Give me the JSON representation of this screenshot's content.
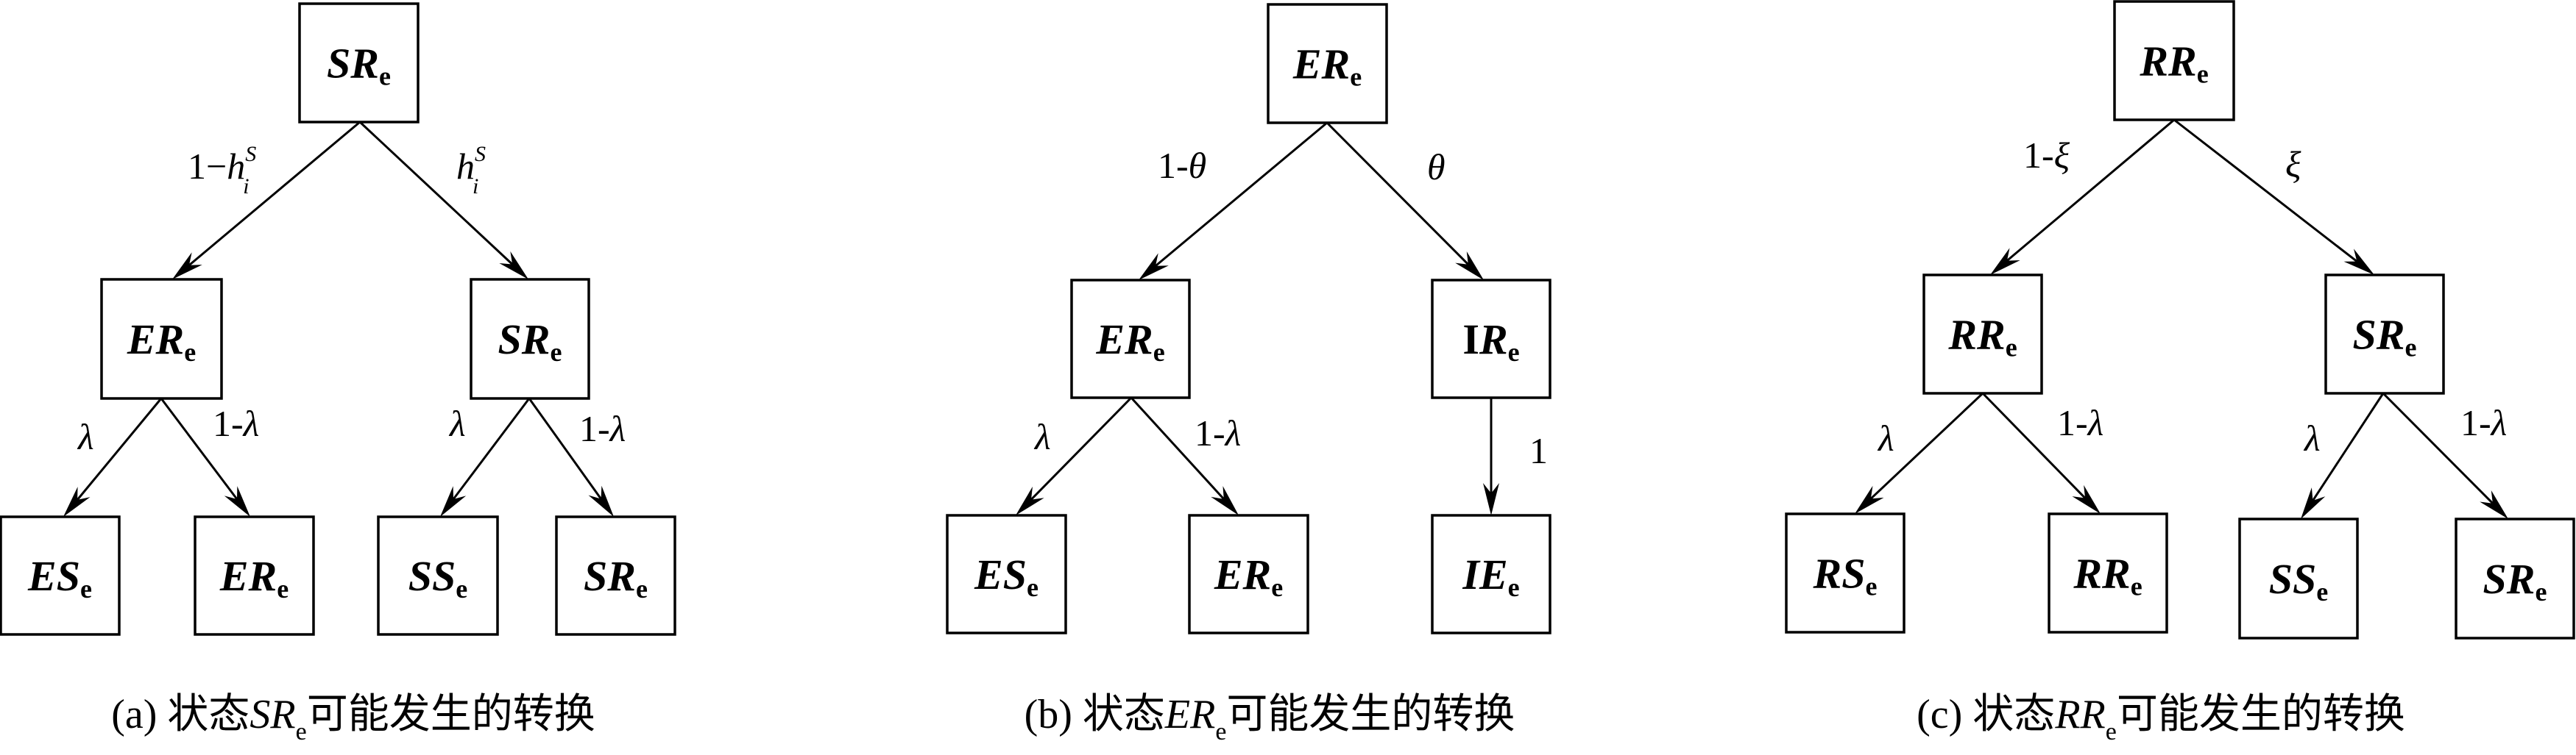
{
  "colors": {
    "stroke": "#000000",
    "background": "#ffffff"
  },
  "panels": [
    {
      "id": "a",
      "caption": {
        "prefix": "(a) 状态",
        "state_main": "SR",
        "state_sub": "e",
        "suffix": "可能发生的转换"
      },
      "nodes": [
        {
          "id": "a-root",
          "main": "SR",
          "sub": "e"
        },
        {
          "id": "a-l1",
          "main": "ER",
          "sub": "e"
        },
        {
          "id": "a-r1",
          "main": "SR",
          "sub": "e"
        },
        {
          "id": "a-ll",
          "main": "ES",
          "sub": "e"
        },
        {
          "id": "a-lr",
          "main": "ER",
          "sub": "e"
        },
        {
          "id": "a-rl",
          "main": "SS",
          "sub": "e"
        },
        {
          "id": "a-rr",
          "main": "SR",
          "sub": "e"
        }
      ],
      "edges": [
        {
          "from": "a-root",
          "to": "a-l1",
          "label": {
            "pre": "1−",
            "var": "h",
            "sup": "S",
            "sub": "i"
          }
        },
        {
          "from": "a-root",
          "to": "a-r1",
          "label": {
            "pre": "",
            "var": "h",
            "sup": "S",
            "sub": "i"
          }
        },
        {
          "from": "a-l1",
          "to": "a-ll",
          "label": {
            "pre": "",
            "var": "λ"
          }
        },
        {
          "from": "a-l1",
          "to": "a-lr",
          "label": {
            "pre": "1-",
            "var": "λ"
          }
        },
        {
          "from": "a-r1",
          "to": "a-rl",
          "label": {
            "pre": "",
            "var": "λ"
          }
        },
        {
          "from": "a-r1",
          "to": "a-rr",
          "label": {
            "pre": "1-",
            "var": "λ"
          }
        }
      ]
    },
    {
      "id": "b",
      "caption": {
        "prefix": "(b) 状态",
        "state_main": "ER",
        "state_sub": "e",
        "suffix": "可能发生的转换"
      },
      "nodes": [
        {
          "id": "b-root",
          "main": "ER",
          "sub": "e"
        },
        {
          "id": "b-l1",
          "main": "ER",
          "sub": "e"
        },
        {
          "id": "b-r1",
          "main": "IR",
          "sub": "e",
          "upright_first": true
        },
        {
          "id": "b-ll",
          "main": "ES",
          "sub": "e"
        },
        {
          "id": "b-lr",
          "main": "ER",
          "sub": "e"
        },
        {
          "id": "b-rc",
          "main": "IE",
          "sub": "e"
        }
      ],
      "edges": [
        {
          "from": "b-root",
          "to": "b-l1",
          "label": {
            "pre": "1-",
            "var": "θ"
          }
        },
        {
          "from": "b-root",
          "to": "b-r1",
          "label": {
            "pre": "",
            "var": "θ"
          }
        },
        {
          "from": "b-l1",
          "to": "b-ll",
          "label": {
            "pre": "",
            "var": "λ"
          }
        },
        {
          "from": "b-l1",
          "to": "b-lr",
          "label": {
            "pre": "1-",
            "var": "λ"
          }
        },
        {
          "from": "b-r1",
          "to": "b-rc",
          "label": {
            "pre": "1",
            "var": ""
          }
        }
      ]
    },
    {
      "id": "c",
      "caption": {
        "prefix": "(c) 状态",
        "state_main": "RR",
        "state_sub": "e",
        "suffix": "可能发生的转换"
      },
      "nodes": [
        {
          "id": "c-root",
          "main": "RR",
          "sub": "e"
        },
        {
          "id": "c-l1",
          "main": "RR",
          "sub": "e"
        },
        {
          "id": "c-r1",
          "main": "SR",
          "sub": "e"
        },
        {
          "id": "c-ll",
          "main": "RS",
          "sub": "e"
        },
        {
          "id": "c-lr",
          "main": "RR",
          "sub": "e"
        },
        {
          "id": "c-rl",
          "main": "SS",
          "sub": "e"
        },
        {
          "id": "c-rr",
          "main": "SR",
          "sub": "e"
        }
      ],
      "edges": [
        {
          "from": "c-root",
          "to": "c-l1",
          "label": {
            "pre": "1-",
            "var": "ξ"
          }
        },
        {
          "from": "c-root",
          "to": "c-r1",
          "label": {
            "pre": "",
            "var": "ξ"
          }
        },
        {
          "from": "c-l1",
          "to": "c-ll",
          "label": {
            "pre": "",
            "var": "λ"
          }
        },
        {
          "from": "c-l1",
          "to": "c-lr",
          "label": {
            "pre": "1-",
            "var": "λ"
          }
        },
        {
          "from": "c-r1",
          "to": "c-rl",
          "label": {
            "pre": "",
            "var": "λ"
          }
        },
        {
          "from": "c-r1",
          "to": "c-rr",
          "label": {
            "pre": "1-",
            "var": "λ"
          }
        }
      ]
    }
  ]
}
